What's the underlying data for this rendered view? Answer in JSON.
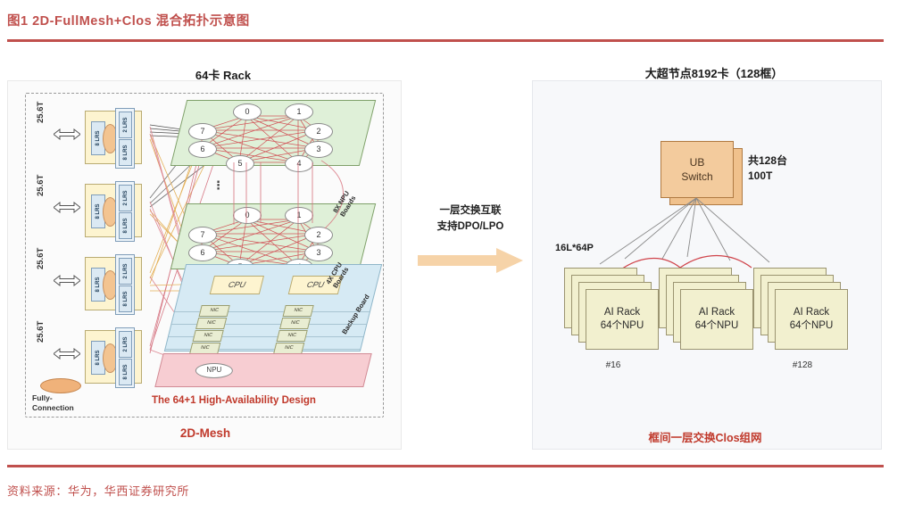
{
  "figure": {
    "title": "图1 2D-FullMesh+Clos 混合拓扑示意图",
    "source_note": "资料来源：华为，华西证券研究所",
    "accent_color": "#c0504d"
  },
  "left_panel": {
    "title": "64卡 Rack",
    "bottom_label": "2D-Mesh",
    "ha_label": "The 64+1 High-Availability Design",
    "fully_connection_label": "Fully-\nConnection",
    "bandwidth_labels": [
      "25.6T",
      "25.6T",
      "25.6T",
      "25.6T"
    ],
    "lrs_left_label": "8 LRS",
    "lrs_top_right_label": "2 LRS",
    "lrs_bottom_right_label": "8 LRS",
    "mesh_nodes": [
      "0",
      "1",
      "2",
      "3",
      "4",
      "5",
      "6",
      "7"
    ],
    "ellipsis": "⋮",
    "cpu_label": "CPU",
    "nic_label": "NIC",
    "npu_label": "NPU",
    "board_labels": {
      "npu_boards": "8X NPU\nBoards",
      "cpu_boards": "4X CPU\nBoards",
      "backup_board": "Backup Board"
    },
    "colors": {
      "npu_board": "#dff0d8",
      "cpu_board": "#d6eaf4",
      "backup_board": "#f7cdd2",
      "lrs_card": "#fdf4d0",
      "mesh_link": "#d0454c"
    }
  },
  "middle": {
    "line1": "一层交换互联",
    "line2": "支持DPO/LPO",
    "arrow_color": "#f6d3a8"
  },
  "right_panel": {
    "title": "大超节点8192卡（128框）",
    "switch_label_line1": "UB",
    "switch_label_line2": "Switch",
    "switch_side_line1": "共128台",
    "switch_side_line2": "100T",
    "port_label": "16L*64P",
    "racks": [
      {
        "line1": "AI Rack",
        "line2": "64个NPU",
        "tag": ""
      },
      {
        "line1": "AI Rack",
        "line2": "64个NPU",
        "tag": "#16"
      },
      {
        "line1": "AI Rack",
        "line2": "64个NPU",
        "tag": ""
      },
      {
        "line1": "AI Rack",
        "line2": "64个NPU",
        "tag": "#128"
      }
    ],
    "bottom_label": "框间一层交换Clos组网",
    "colors": {
      "switch": "#f3cb9d",
      "rack": "#f2f0cf",
      "link": "#d0454c"
    }
  }
}
